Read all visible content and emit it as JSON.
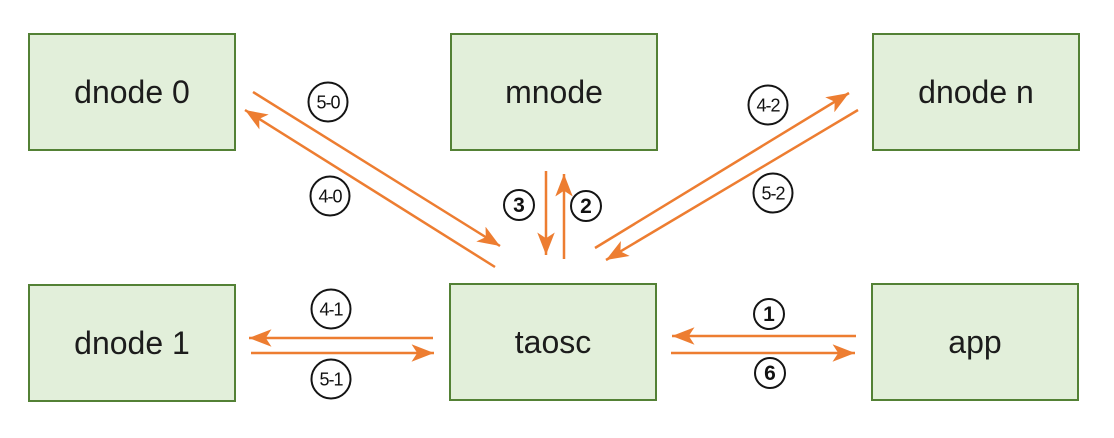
{
  "diagram": {
    "type": "architecture-message-flow",
    "background": "#ffffff",
    "nodes": {
      "dnode0": {
        "label": "dnode 0"
      },
      "mnode": {
        "label": "mnode"
      },
      "dnoden": {
        "label": "dnode n"
      },
      "dnode1": {
        "label": "dnode 1"
      },
      "taosc": {
        "label": "taosc"
      },
      "app": {
        "label": "app"
      }
    },
    "edges": [
      {
        "label": "1",
        "from": "app",
        "to": "taosc"
      },
      {
        "label": "6",
        "from": "taosc",
        "to": "app"
      },
      {
        "label": "2",
        "from": "taosc",
        "to": "mnode"
      },
      {
        "label": "3",
        "from": "mnode",
        "to": "taosc"
      },
      {
        "label": "4-0",
        "from": "taosc",
        "to": "dnode0"
      },
      {
        "label": "5-0",
        "from": "dnode0",
        "to": "taosc"
      },
      {
        "label": "4-1",
        "from": "taosc",
        "to": "dnode1"
      },
      {
        "label": "5-1",
        "from": "dnode1",
        "to": "taosc"
      },
      {
        "label": "4-2",
        "from": "taosc",
        "to": "dnoden"
      },
      {
        "label": "5-2",
        "from": "dnoden",
        "to": "taosc"
      }
    ],
    "colors": {
      "node_fill": "#e2efda",
      "node_border": "#538135",
      "arrow": "#ed7d31",
      "label_circle_border": "#141414",
      "label_text": "#111111"
    }
  }
}
